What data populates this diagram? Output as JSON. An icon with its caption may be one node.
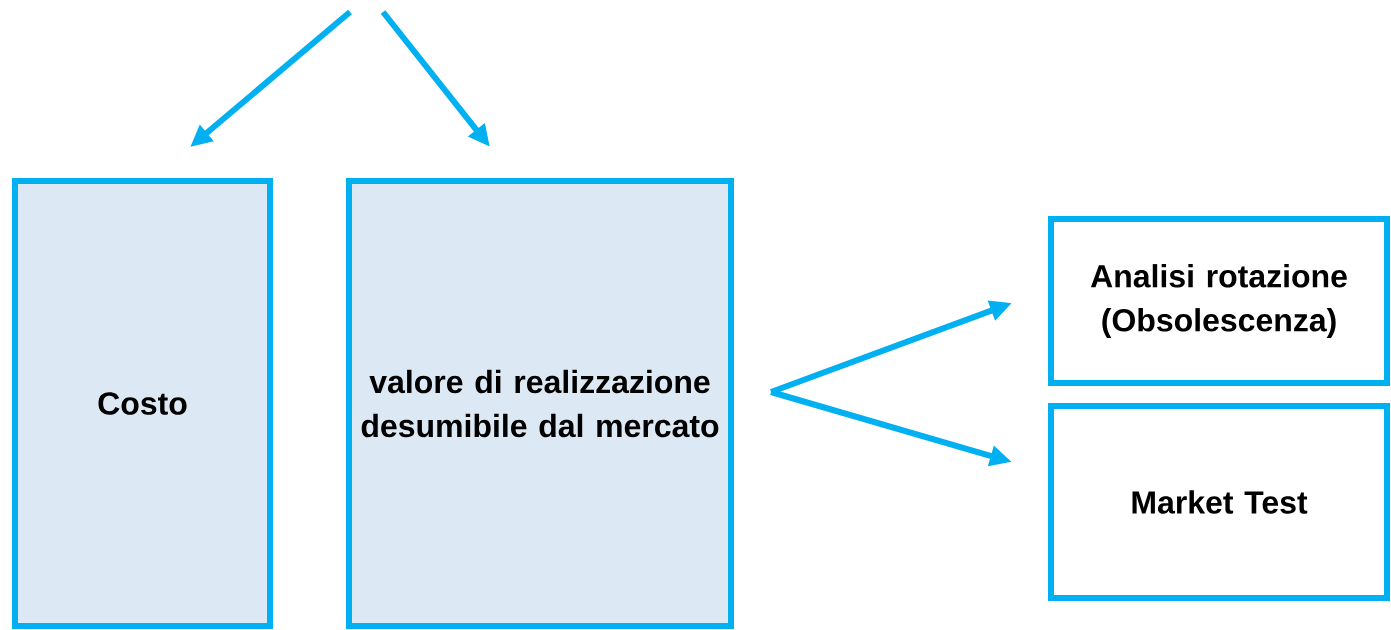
{
  "diagram": {
    "nodes": [
      {
        "text": [
          "Costo"
        ]
      },
      {
        "text": [
          "valore di realizzazione desumibile dal mercato"
        ]
      },
      {
        "text": [
          "Analisi rotazione (Obsolescenza)"
        ]
      },
      {
        "text": [
          "Market Test"
        ]
      }
    ],
    "edges": [
      {
        "from": null,
        "to": 0,
        "arrow": "to"
      },
      {
        "from": null,
        "to": 1,
        "arrow": "to"
      },
      {
        "from": 1,
        "to": 2,
        "arrow": "to"
      },
      {
        "from": 1,
        "to": 3,
        "arrow": "to"
      }
    ]
  }
}
